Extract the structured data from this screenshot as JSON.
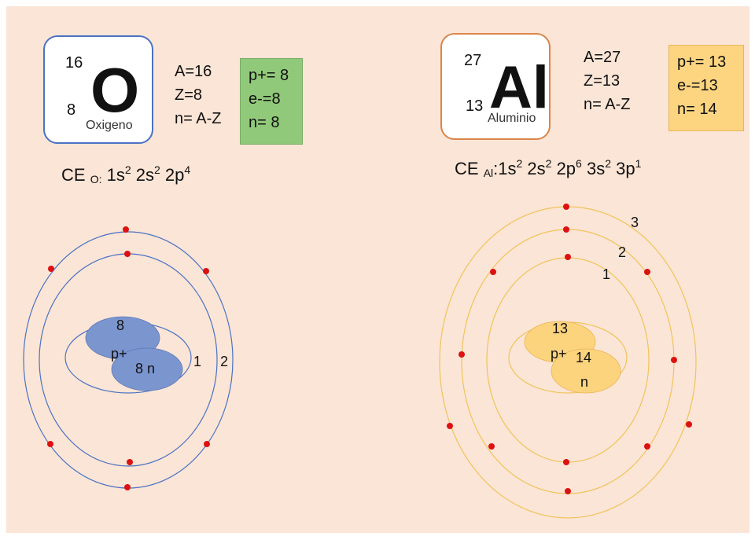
{
  "oxygen": {
    "mass_number": "16",
    "atomic_number": "8",
    "symbol": "O",
    "name": "Oxigeno",
    "A_line": "A=16",
    "Z_line": "Z=8",
    "n_line": "n= A-Z",
    "protons_line": "p+= 8",
    "electrons_line": "e-=8",
    "neutrons_line": "n= 8",
    "config": {
      "prefix": "CE ",
      "subscript": "O:",
      "orbitals": [
        {
          "orb": " 1s",
          "exp": "2"
        },
        {
          "orb": " 2s",
          "exp": "2"
        },
        {
          "orb": " 2p",
          "exp": "4"
        }
      ]
    },
    "nucleus": {
      "protons_num": "8",
      "protons_label": "p+",
      "neutrons_label": "8 n"
    },
    "shell_labels": [
      "1",
      "2"
    ],
    "shell_color": "#4a72c4",
    "nucleus_color": "#7b95cf",
    "electrons_per_shell": [
      2,
      6
    ]
  },
  "aluminium": {
    "mass_number": "27",
    "atomic_number": "13",
    "symbol": "Al",
    "name": "Aluminio",
    "A_line": "A=27",
    "Z_line": "Z=13",
    "n_line": "n= A-Z",
    "protons_line": "p+= 13",
    "electrons_line": "e-=13",
    "neutrons_line": "n= 14",
    "config": {
      "prefix": "CE ",
      "subscript": "Al",
      "orbitals": [
        {
          "orb": ":1s",
          "exp": "2"
        },
        {
          "orb": " 2s",
          "exp": "2"
        },
        {
          "orb": " 2p",
          "exp": "6"
        },
        {
          "orb": " 3s",
          "exp": "2"
        },
        {
          "orb": " 3p",
          "exp": "1"
        }
      ]
    },
    "nucleus": {
      "protons_num": "13",
      "protons_label": "p+",
      "neutrons_num": "14",
      "neutrons_label": "n"
    },
    "shell_labels": [
      "1",
      "2",
      "3"
    ],
    "shell_color": "#f0c45a",
    "nucleus_color": "#fdd47e",
    "electrons_per_shell": [
      2,
      8,
      3
    ]
  },
  "electron_color": "#dd1111"
}
